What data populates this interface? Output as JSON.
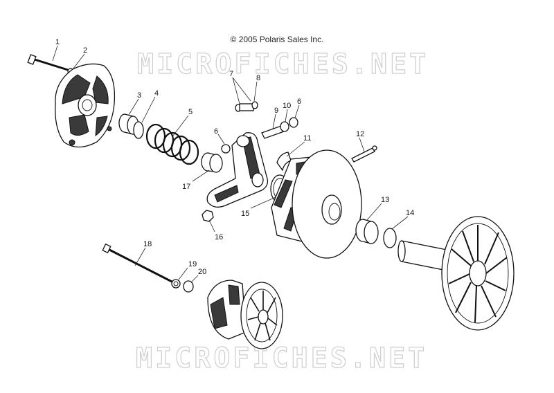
{
  "copyright": "© 2005 Polaris Sales Inc.",
  "watermark_text": "MICROFICHES.NET",
  "callouts": [
    "1",
    "2",
    "3",
    "4",
    "5",
    "6",
    "7",
    "8",
    "9",
    "10",
    "6",
    "11",
    "12",
    "17",
    "15",
    "16",
    "13",
    "14",
    "18",
    "19",
    "20"
  ],
  "colors": {
    "line": "#111111",
    "fill_dark": "#3a3a3a",
    "watermark": "#c9c9c9"
  }
}
